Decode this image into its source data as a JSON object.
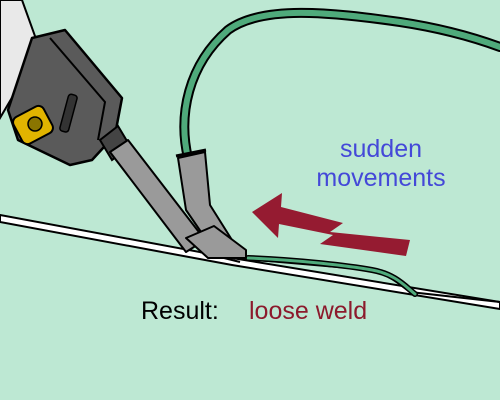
{
  "diagram": {
    "action_line1": "sudden",
    "action_line2": "movements",
    "result_label": "Result:",
    "outcome_label": "loose weld"
  },
  "colors": {
    "background": "#bde8d3",
    "action_text": "#4448d8",
    "outcome_text": "#8c1a2c",
    "arrow": "#951b31",
    "wire": "#4faa7b",
    "tool_body": "#555555",
    "tool_tip": "#9a9a9a",
    "badge": "#e1b400"
  },
  "icons": [
    "welding-gun-icon",
    "motion-arrow-icon",
    "filament-wire-icon"
  ]
}
